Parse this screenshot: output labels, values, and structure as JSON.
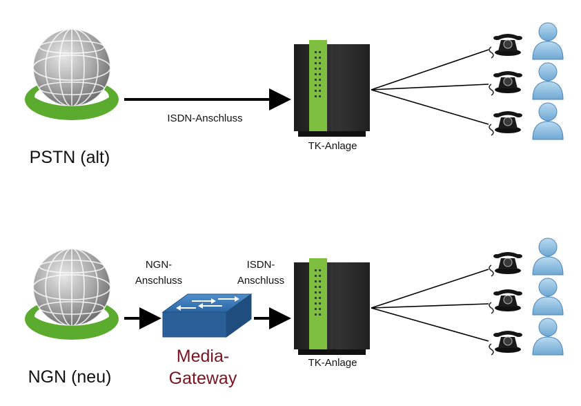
{
  "top": {
    "network_label": "PSTN (alt)",
    "connection_label": "ISDN-Anschluss",
    "pbx_label": "TK-Anlage"
  },
  "bottom": {
    "network_label": "NGN (neu)",
    "ngn_connection_line1": "NGN-",
    "ngn_connection_line2": "Anschluss",
    "isdn_connection_line1": "ISDN-",
    "isdn_connection_line2": "Anschluss",
    "gateway_line1": "Media-",
    "gateway_line2": "Gateway",
    "pbx_label": "TK-Anlage"
  },
  "colors": {
    "ring_green": "#5aab2e",
    "globe_gray": "#8d8d8d",
    "pbx_body": "#2a2a2a",
    "pbx_accent": "#7fbf3f",
    "switch_blue": "#2f6fae",
    "user_blue": "#8fbfe0",
    "gateway_text": "#7a1420"
  }
}
